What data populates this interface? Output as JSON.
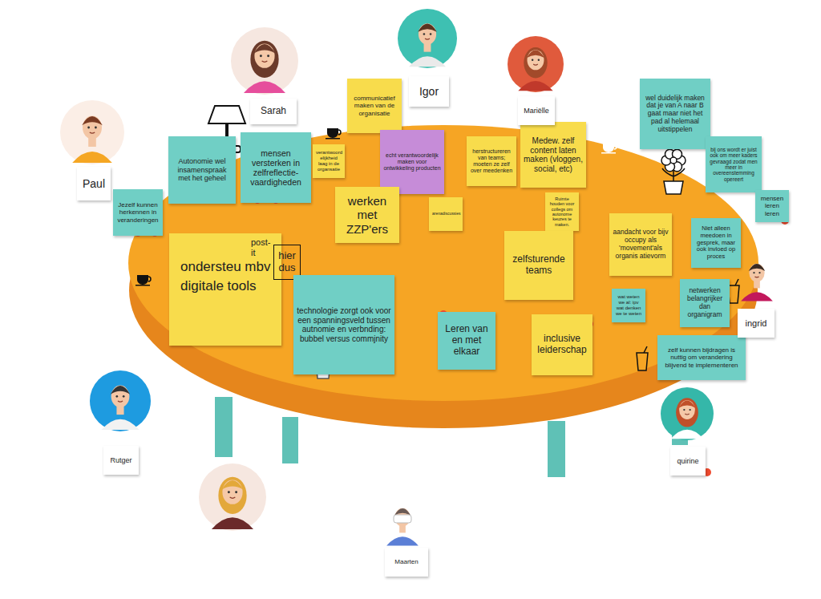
{
  "diagram": {
    "nodes": [
      {
        "text": [
          "communicatief maken van de organisatie"
        ]
      },
      {
        "text": [
          "wel duidelijk maken dat je van A naar B gaat maar niet het pad al helemaal uitstippelen"
        ]
      },
      {
        "text": [
          "Medew. zelf content laten maken (vloggen, social, etc)"
        ]
      },
      {
        "text": [
          "echt verantwoordelijk maken voor ontwikkeling producten"
        ]
      },
      {
        "text": [
          "mensen versterken in zelfreflectie-vaardigheden"
        ]
      },
      {
        "text": [
          "Autonomie wel insamenspraak met het geheel"
        ]
      },
      {
        "text": [
          "herstructureren van teams; moeten ze zelf over meedenken"
        ]
      },
      {
        "text": [
          "bij ons wordt er juist ook om meer kaders gevraagd zodat men meer in overeenstemming opereert"
        ]
      },
      {
        "text": [
          "verantwoord elijkheid laag in de organsatie"
        ]
      },
      {
        "text": [
          "werken met ZZP'ers"
        ]
      },
      {
        "text": [
          "Jezelf kunnen herkennen in veranderingen"
        ]
      },
      {
        "text": [
          "mensen leren leren"
        ]
      },
      {
        "text": [
          "Ruimte houden voor collegs om autonome keuzes te maken."
        ]
      },
      {
        "text": [
          "arenadiscussies"
        ]
      },
      {
        "text": [
          "aandacht voor bijv occupy als 'movement'als organis atievorm"
        ]
      },
      {
        "text": [
          "Niet alleen meedoen in gesprek, maar ook invloed op proces"
        ]
      },
      {
        "text": [
          "zelfsturende teams"
        ]
      },
      {
        "text": [
          "ondersteu mbv digitale tools"
        ]
      },
      {
        "text": [
          "hier dus"
        ]
      },
      {
        "text": [
          "technologie zorgt ook voor een spanningsveld tussen autnomie en verbnding: bubbel versus commjnity"
        ]
      },
      {
        "text": [
          "netwerken belangrijker dan organigram"
        ]
      },
      {
        "text": [
          "wat weten we al: ipv wat denken we te weten"
        ]
      },
      {
        "text": [
          "Leren van en met elkaar"
        ]
      },
      {
        "text": [
          "inclusive leiderschap"
        ]
      },
      {
        "text": [
          "zelf kunnen bijdragen is nuttig om verandering blijvend te implementeren"
        ]
      },
      {
        "text": [
          "Paul"
        ]
      },
      {
        "text": [
          "Sarah"
        ]
      },
      {
        "text": [
          "Igor"
        ]
      },
      {
        "text": [
          "Mariëlle"
        ]
      },
      {
        "text": [
          "ingrid"
        ]
      },
      {
        "text": [
          "quirine"
        ]
      },
      {
        "text": [
          "Rutger"
        ]
      },
      {
        "text": [
          "Maarten"
        ]
      }
    ],
    "labels": [
      "post-it"
    ]
  }
}
